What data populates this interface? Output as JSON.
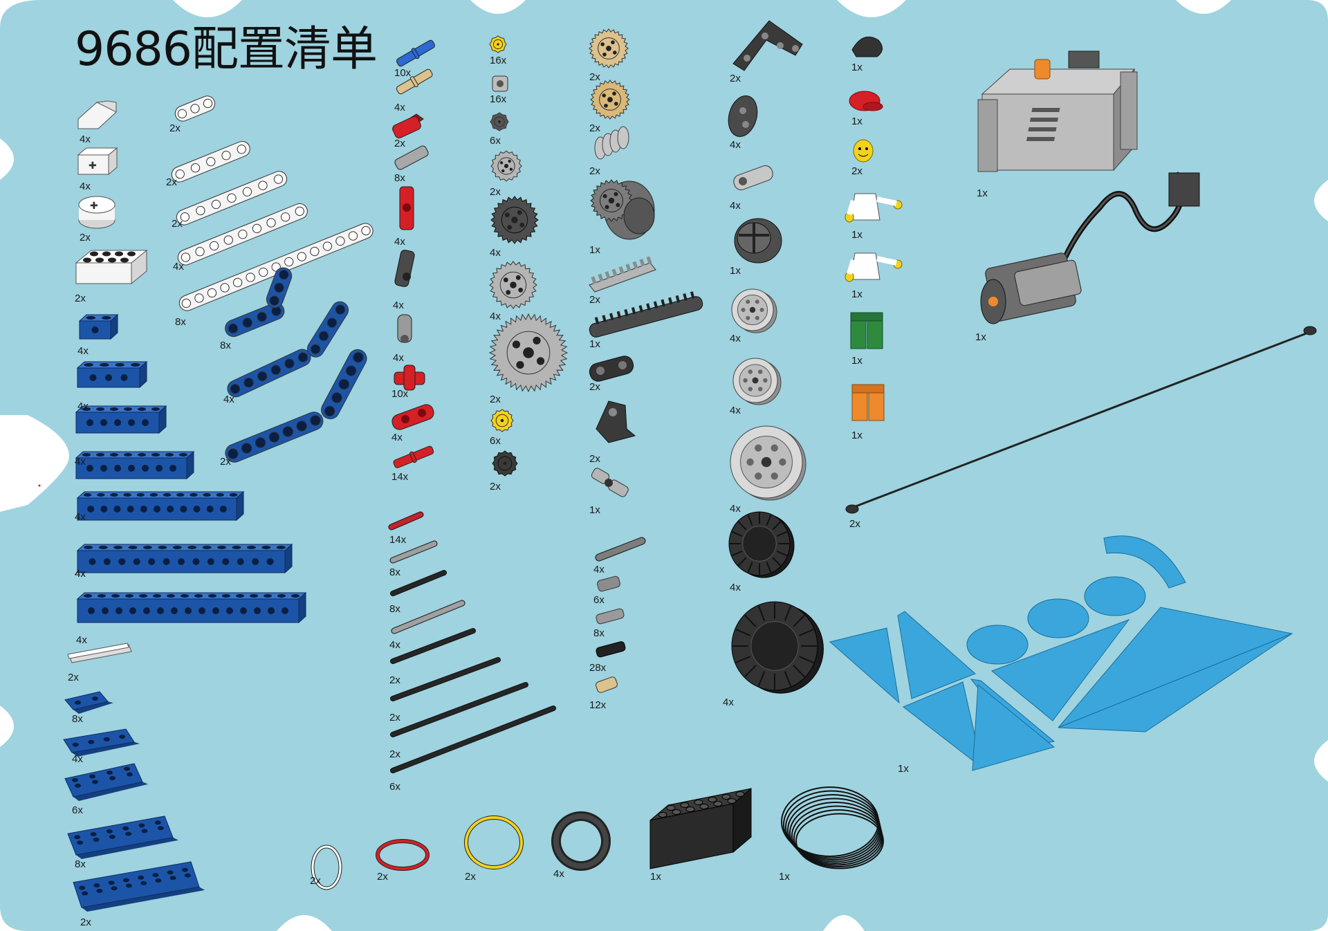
{
  "title": "9686配置清单",
  "colors": {
    "board": "#9ed3df",
    "white_part": "#f5f5f5",
    "blue_part": "#1c55a8",
    "dark_part": "#4a4a4a",
    "black_part": "#222222",
    "gray_part": "#a8a8a8",
    "tan_part": "#dcc28c",
    "red_part": "#d42026",
    "yellow_part": "#f2d21c",
    "green_part": "#2e8b3e",
    "orange_part": "#ee8a2c",
    "azure_part": "#3aa6dc"
  },
  "parts": [
    {
      "id": "w-slope",
      "qty": "4x",
      "icon": "white-slope-brick-icon"
    },
    {
      "id": "w-cross",
      "qty": "4x",
      "icon": "white-axle-brick-icon"
    },
    {
      "id": "w-round",
      "qty": "2x",
      "icon": "white-round-brick-icon"
    },
    {
      "id": "w-2x4",
      "qty": "2x",
      "icon": "white-brick-2x4-icon"
    },
    {
      "id": "wb3",
      "qty": "2x",
      "icon": "white-beam-3-icon"
    },
    {
      "id": "wb5",
      "qty": "2x",
      "icon": "white-beam-5-icon"
    },
    {
      "id": "wb7",
      "qty": "2x",
      "icon": "white-beam-7-icon"
    },
    {
      "id": "wb9",
      "qty": "4x",
      "icon": "white-beam-9-icon"
    },
    {
      "id": "wb15",
      "qty": "8x",
      "icon": "white-beam-15-icon"
    },
    {
      "id": "bl-l",
      "qty": "8x",
      "icon": "blue-l-beam-icon"
    },
    {
      "id": "bl-ang1",
      "qty": "4x",
      "icon": "blue-angled-beam-icon"
    },
    {
      "id": "bl-ang2",
      "qty": "2x",
      "icon": "blue-angled-beam-large-icon"
    },
    {
      "id": "bt1",
      "qty": "4x",
      "icon": "blue-technic-brick-1x2-icon"
    },
    {
      "id": "bt2",
      "qty": "4x",
      "icon": "blue-technic-brick-1x4-icon"
    },
    {
      "id": "bt3",
      "qty": "4x",
      "icon": "blue-technic-brick-1x6-icon"
    },
    {
      "id": "bt4",
      "qty": "4x",
      "icon": "blue-technic-brick-1x8-icon"
    },
    {
      "id": "bt5",
      "qty": "4x",
      "icon": "blue-technic-brick-1x12-icon"
    },
    {
      "id": "bt6",
      "qty": "4x",
      "icon": "blue-technic-brick-1x14-icon"
    },
    {
      "id": "bt7",
      "qty": "4x",
      "icon": "blue-technic-brick-1x16-icon"
    },
    {
      "id": "w-tile",
      "qty": "2x",
      "icon": "white-tile-icon"
    },
    {
      "id": "bp1",
      "qty": "8x",
      "icon": "blue-plate-1x2-icon"
    },
    {
      "id": "bp2",
      "qty": "4x",
      "icon": "blue-plate-1x4-icon"
    },
    {
      "id": "bp3",
      "qty": "6x",
      "icon": "blue-plate-2x4-icon"
    },
    {
      "id": "bp4",
      "qty": "8x",
      "icon": "blue-plate-2x6-icon"
    },
    {
      "id": "bp5",
      "qty": "2x",
      "icon": "blue-plate-2x8-icon"
    },
    {
      "id": "pin-blue",
      "qty": "10x",
      "icon": "blue-axle-pin-icon"
    },
    {
      "id": "pin-tan",
      "qty": "4x",
      "icon": "tan-axle-pin-icon"
    },
    {
      "id": "bush-red",
      "qty": "2x",
      "icon": "red-bush-icon"
    },
    {
      "id": "conn-gray",
      "qty": "8x",
      "icon": "gray-connector-icon"
    },
    {
      "id": "conn-red",
      "qty": "4x",
      "icon": "red-perpendicular-connector-icon"
    },
    {
      "id": "conn-dark",
      "qty": "4x",
      "icon": "dark-angle-connector-icon"
    },
    {
      "id": "conn-gray2",
      "qty": "4x",
      "icon": "gray-angle-connector-icon"
    },
    {
      "id": "cross-red",
      "qty": "10x",
      "icon": "red-cross-block-icon"
    },
    {
      "id": "conn-red2",
      "qty": "4x",
      "icon": "red-double-connector-icon"
    },
    {
      "id": "pin-red",
      "qty": "14x",
      "icon": "red-pin-icon"
    },
    {
      "id": "g8y",
      "qty": "16x",
      "icon": "yellow-gear-8-icon"
    },
    {
      "id": "bushg",
      "qty": "16x",
      "icon": "gray-bush-icon"
    },
    {
      "id": "g8d",
      "qty": "6x",
      "icon": "dark-gear-8-icon"
    },
    {
      "id": "g16",
      "qty": "2x",
      "icon": "gray-gear-16-icon"
    },
    {
      "id": "g24d",
      "qty": "4x",
      "icon": "dark-gear-24-icon"
    },
    {
      "id": "g24g",
      "qty": "4x",
      "icon": "gray-gear-24-icon"
    },
    {
      "id": "g40",
      "qty": "2x",
      "icon": "gray-gear-40-icon"
    },
    {
      "id": "g12y",
      "qty": "6x",
      "icon": "yellow-gear-12-icon"
    },
    {
      "id": "g12d",
      "qty": "2x",
      "icon": "dark-gear-12-icon"
    },
    {
      "id": "g24t1",
      "qty": "2x",
      "icon": "tan-gear-24-icon"
    },
    {
      "id": "g24t2",
      "qty": "2x",
      "icon": "tan-crown-gear-icon"
    },
    {
      "id": "worm",
      "qty": "2x",
      "icon": "worm-gear-icon"
    },
    {
      "id": "diff",
      "qty": "1x",
      "icon": "differential-icon"
    },
    {
      "id": "rack1",
      "qty": "2x",
      "icon": "gear-rack-icon"
    },
    {
      "id": "rack2",
      "qty": "1x",
      "icon": "long-gear-rack-icon"
    },
    {
      "id": "clip",
      "qty": "2x",
      "icon": "axle-joiner-icon"
    },
    {
      "id": "steer",
      "qty": "2x",
      "icon": "steering-arm-icon"
    },
    {
      "id": "ujoint",
      "qty": "1x",
      "icon": "universal-joint-icon"
    },
    {
      "id": "tri-beam",
      "qty": "2x",
      "icon": "triangle-beam-icon"
    },
    {
      "id": "cam",
      "qty": "4x",
      "icon": "cam-icon"
    },
    {
      "id": "dbl-conn",
      "qty": "4x",
      "icon": "double-cross-connector-icon"
    },
    {
      "id": "s-wheel",
      "qty": "1x",
      "icon": "steering-wheel-icon"
    },
    {
      "id": "rim1",
      "qty": "4x",
      "icon": "small-rim-icon"
    },
    {
      "id": "rim2",
      "qty": "4x",
      "icon": "medium-rim-icon"
    },
    {
      "id": "rim3",
      "qty": "4x",
      "icon": "large-rim-icon"
    },
    {
      "id": "tire1",
      "qty": "4x",
      "icon": "medium-tire-icon"
    },
    {
      "id": "tire2",
      "qty": "4x",
      "icon": "large-tire-icon"
    },
    {
      "id": "a14",
      "qty": "14x",
      "icon": "red-axle-2-icon"
    },
    {
      "id": "a8a",
      "qty": "8x",
      "icon": "gray-axle-3-icon"
    },
    {
      "id": "a8b",
      "qty": "8x",
      "icon": "black-axle-4-icon"
    },
    {
      "id": "a4",
      "qty": "4x",
      "icon": "gray-axle-5-icon"
    },
    {
      "id": "a2a",
      "qty": "2x",
      "icon": "black-axle-6-icon"
    },
    {
      "id": "a2b",
      "qty": "2x",
      "icon": "black-axle-8-icon"
    },
    {
      "id": "a2c",
      "qty": "2x",
      "icon": "black-axle-10-icon"
    },
    {
      "id": "a6",
      "qty": "6x",
      "icon": "black-axle-12-icon"
    },
    {
      "id": "sa4",
      "qty": "4x",
      "icon": "gray-axle-pin-long-icon"
    },
    {
      "id": "sa6",
      "qty": "6x",
      "icon": "gray-axle-stop-icon"
    },
    {
      "id": "sa8",
      "qty": "8x",
      "icon": "gray-pin-icon"
    },
    {
      "id": "sa28",
      "qty": "28x",
      "icon": "black-friction-pin-icon"
    },
    {
      "id": "sa12",
      "qty": "12x",
      "icon": "tan-pin-icon"
    },
    {
      "id": "hair",
      "qty": "1x",
      "icon": "minifig-hair-icon"
    },
    {
      "id": "cap",
      "qty": "1x",
      "icon": "minifig-cap-icon"
    },
    {
      "id": "head",
      "qty": "2x",
      "icon": "minifig-head-icon"
    },
    {
      "id": "torso1",
      "qty": "1x",
      "icon": "minifig-torso-icon"
    },
    {
      "id": "torso2",
      "qty": "1x",
      "icon": "minifig-torso-icon"
    },
    {
      "id": "legs-g",
      "qty": "1x",
      "icon": "minifig-legs-green-icon"
    },
    {
      "id": "legs-o",
      "qty": "1x",
      "icon": "minifig-legs-orange-icon"
    },
    {
      "id": "battery",
      "qty": "1x",
      "icon": "battery-box-icon"
    },
    {
      "id": "motor",
      "qty": "1x",
      "icon": "motor-icon"
    },
    {
      "id": "string",
      "qty": "2x",
      "icon": "string-with-ends-icon"
    },
    {
      "id": "panels",
      "qty": "1x",
      "icon": "blue-plastic-panels-icon"
    },
    {
      "id": "band-w",
      "qty": "2x",
      "icon": "white-rubber-band-icon"
    },
    {
      "id": "band-r",
      "qty": "2x",
      "icon": "red-rubber-band-icon"
    },
    {
      "id": "band-y",
      "qty": "2x",
      "icon": "yellow-rubber-band-icon"
    },
    {
      "id": "band-b",
      "qty": "4x",
      "icon": "black-rubber-band-icon"
    },
    {
      "id": "blk2x6",
      "qty": "1x",
      "icon": "black-brick-2x6-icon"
    },
    {
      "id": "coil",
      "qty": "1x",
      "icon": "string-coil-icon"
    }
  ]
}
